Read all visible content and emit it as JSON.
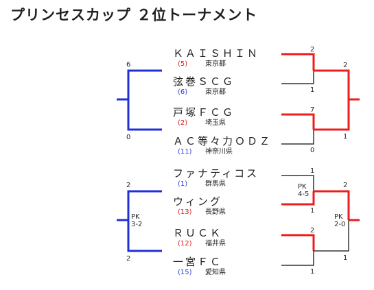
{
  "title": "プリンセスカップ ２位トーナメント",
  "colors": {
    "winner_left": "#1f2fd8",
    "winner_right": "#ee1c1c",
    "loser": "#333333",
    "seed_red": "#e0201f",
    "seed_blue": "#2a3fd0"
  },
  "teams": [
    {
      "name": "ＫＡＩＳＨＩＮ",
      "seed": "(5)",
      "pref": "東京都"
    },
    {
      "name": "弦巻ＳＣＧ",
      "seed": "(6)",
      "pref": "東京都"
    },
    {
      "name": "戸塚ＦＣＧ",
      "seed": "(2)",
      "pref": "埼玉県"
    },
    {
      "name": "ＡＣ等々力ＯＤＺ",
      "seed": "(11)",
      "pref": "神奈川県"
    },
    {
      "name": "ファナティコス",
      "seed": "(1)",
      "pref": "群馬県"
    },
    {
      "name": "ウィング",
      "seed": "(13)",
      "pref": "長野県"
    },
    {
      "name": "ＲＵＣＫ",
      "seed": "(12)",
      "pref": "福井県"
    },
    {
      "name": "一宮ＦＣ",
      "seed": "(15)",
      "pref": "愛知県"
    }
  ],
  "scores": {
    "left_top_upper": "6",
    "left_top_lower": "0",
    "left_bottom_upper": "2",
    "left_bottom_lower": "2",
    "left_bottom_pk": "PK\n3-2",
    "r1_m1_upper": "2",
    "r1_m1_lower": "1",
    "r1_m2_upper": "7",
    "r1_m2_lower": "0",
    "r1_m3_upper": "1",
    "r1_m3_lower": "1",
    "r1_m3_pk": "PK\n4-5",
    "r1_m4_upper": "2",
    "r1_m4_lower": "1",
    "r2_top_upper": "2",
    "r2_top_lower": "1",
    "r2_bottom_upper": "2",
    "r2_bottom_lower": "1",
    "r2_bottom_pk": "PK\n2-0"
  }
}
